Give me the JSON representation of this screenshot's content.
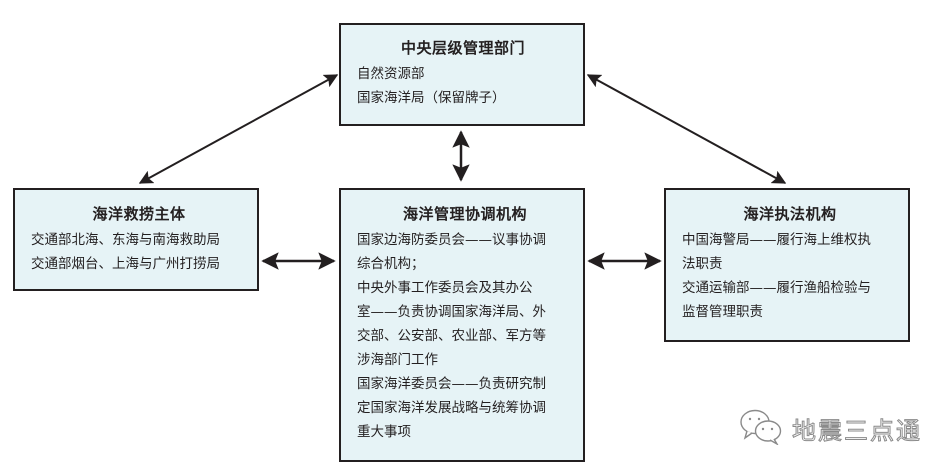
{
  "diagram": {
    "boxes": {
      "top": {
        "title": "中央层级管理部门",
        "lines": [
          "自然资源部",
          "国家海洋局（保留牌子）"
        ]
      },
      "left": {
        "title": "海洋救捞主体",
        "lines": [
          "交通部北海、东海与南海救助局",
          "交通部烟台、上海与广州打捞局"
        ]
      },
      "center": {
        "title": "海洋管理协调机构",
        "lines": [
          "国家边海防委员会——议事协调",
          "综合机构；",
          "中央外事工作委员会及其办公",
          "室——负责协调国家海洋局、外",
          "交部、公安部、农业部、军方等",
          "涉海部门工作",
          "国家海洋委员会——负责研究制",
          "定国家海洋发展战略与统筹协调",
          "重大事项"
        ]
      },
      "right": {
        "title": "海洋执法机构",
        "lines": [
          "中国海警局——履行海上维权执",
          "法职责",
          "交通运输部——履行渔船检验与",
          "监督管理职责"
        ]
      }
    },
    "connections": [
      {
        "from": "top",
        "to": "left",
        "type": "bidirectional"
      },
      {
        "from": "top",
        "to": "right",
        "type": "bidirectional"
      },
      {
        "from": "top",
        "to": "center",
        "type": "bidirectional"
      },
      {
        "from": "left",
        "to": "center",
        "type": "bidirectional"
      },
      {
        "from": "center",
        "to": "right",
        "type": "bidirectional"
      }
    ],
    "colors": {
      "box_fill": "#e6f3f6",
      "border": "#231f20",
      "arrow": "#231f20",
      "watermark": "#8a8a8a"
    }
  },
  "watermark": {
    "icon": "wechat-icon",
    "text": "地震三点通"
  }
}
